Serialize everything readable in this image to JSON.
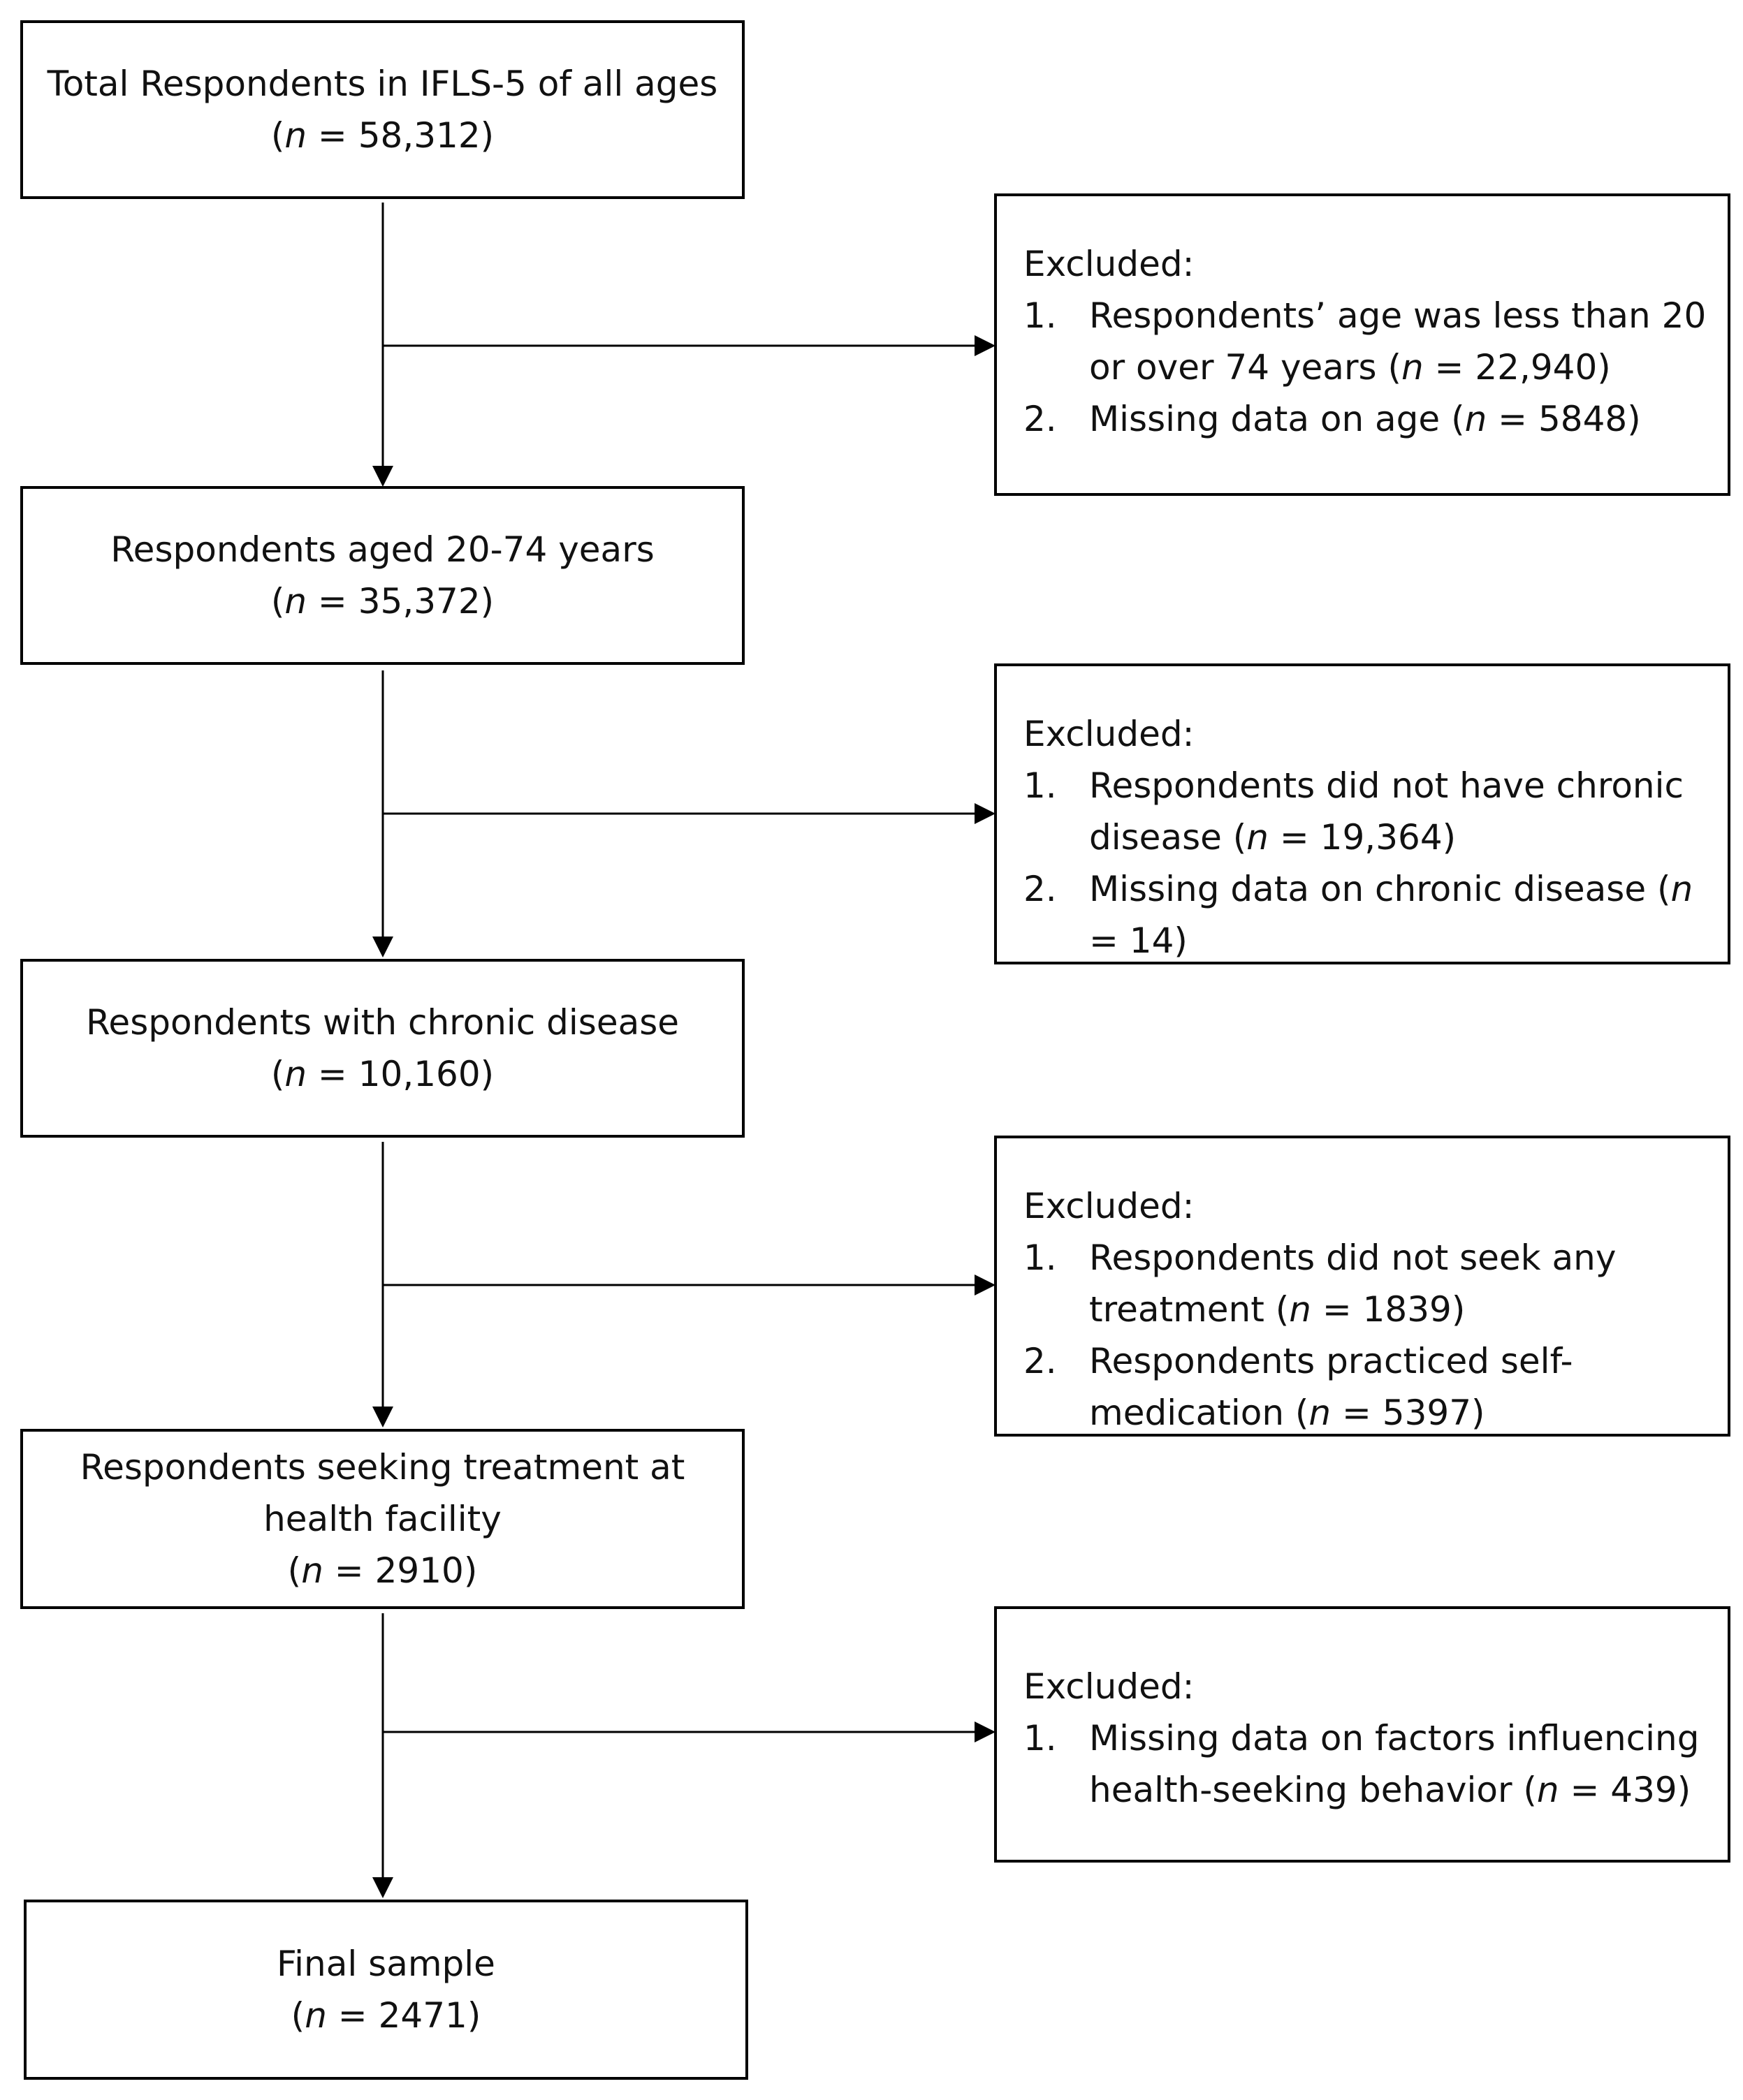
{
  "main_boxes": [
    {
      "title": "Total Respondents in IFLS-5 of all ages",
      "count": "(n = 58,312)"
    },
    {
      "title": "Respondents aged 20-74 years",
      "count": "(n = 35,372)"
    },
    {
      "title": "Respondents with chronic disease",
      "count": "(n = 10,160)"
    },
    {
      "title": "Respondents seeking treatment at health facility",
      "title_line1": "Respondents seeking treatment at",
      "title_line2": "health facility",
      "count": "(n = 2910)"
    },
    {
      "title": "Final sample",
      "count": "(n = 2471)"
    }
  ],
  "exclusion_boxes": [
    {
      "heading": "Excluded:",
      "items": [
        {
          "num": "1.",
          "text": "Respondents’ age was less than 20 or over 74 years (n = 22,940)"
        },
        {
          "num": "2.",
          "text": "Missing data on age (n = 5848)"
        }
      ]
    },
    {
      "heading": "Excluded:",
      "items": [
        {
          "num": "1.",
          "text": "Respondents did not have chronic disease (n = 19,364)"
        },
        {
          "num": "2.",
          "text": "Missing data on chronic disease (n = 14)"
        }
      ]
    },
    {
      "heading": "Excluded:",
      "items": [
        {
          "num": "1.",
          "text": "Respondents did not seek any treatment (n = 1839)"
        },
        {
          "num": "2.",
          "text": "Respondents practiced self-medication (n = 5397)"
        }
      ]
    },
    {
      "heading": "Excluded:",
      "items": [
        {
          "num": "1.",
          "text": "Missing data on factors influencing health-seeking behavior (n = 439)"
        }
      ]
    }
  ]
}
